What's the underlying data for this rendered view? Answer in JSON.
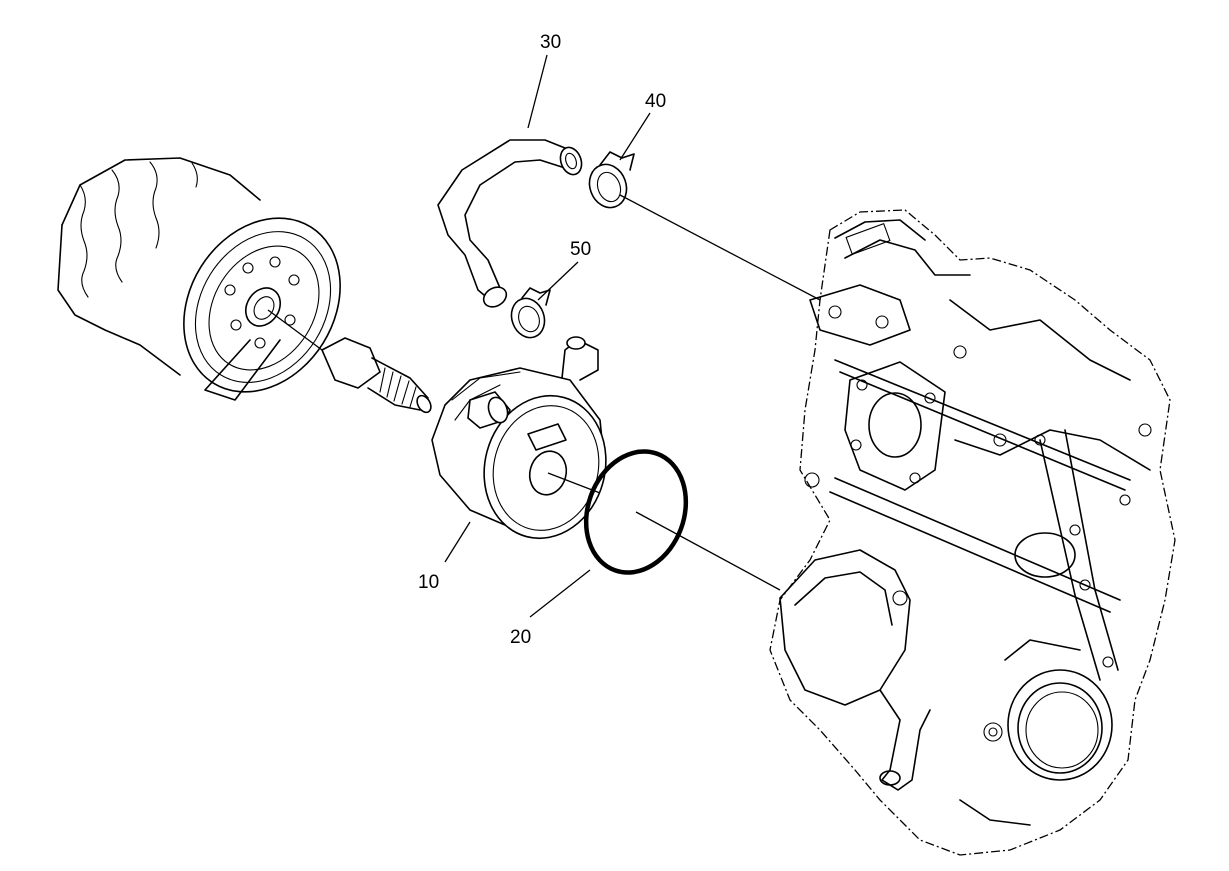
{
  "diagram": {
    "callouts": [
      {
        "id": "c10",
        "label": "10"
      },
      {
        "id": "c20",
        "label": "20"
      },
      {
        "id": "c30",
        "label": "30"
      },
      {
        "id": "c40",
        "label": "40"
      },
      {
        "id": "c50",
        "label": "50"
      }
    ],
    "colors": {
      "line": "#000000",
      "background": "#ffffff"
    }
  }
}
